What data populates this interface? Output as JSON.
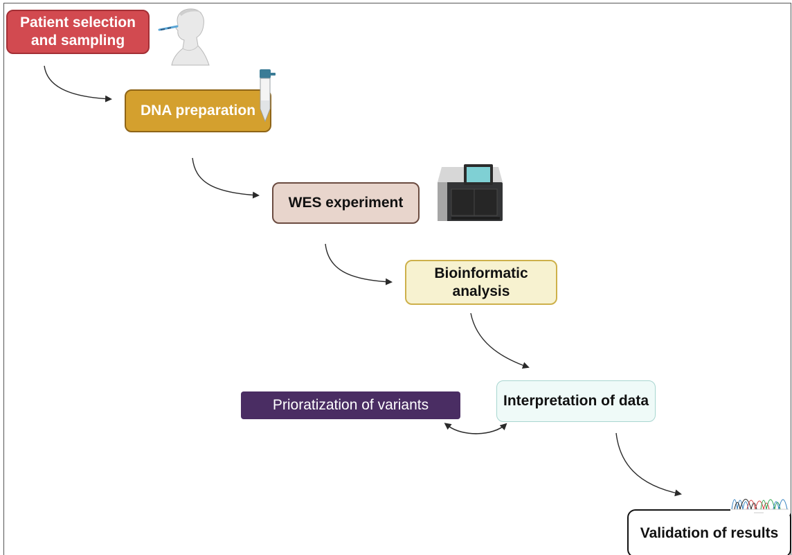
{
  "steps": {
    "step1": "Patient selection and sampling",
    "step2": "DNA preparation",
    "step3": "WES experiment",
    "step4": "Bioinformatic analysis",
    "step5": "Interpretation of data",
    "step6": "Prioratization of variants",
    "step7": "Validation of results"
  },
  "colors": {
    "step1_fill": "#d24a50",
    "step2_fill": "#d4a02e",
    "step3_fill": "#e8d5cc",
    "step4_fill": "#f7f2d0",
    "step5_fill": "#effaf8",
    "step6_fill": "#4a2d63",
    "step7_fill": "#ffffff",
    "connector": "#2a2a2a"
  },
  "icons": {
    "patient": "patient-swab-icon",
    "tube": "sample-tube-icon",
    "sequencer": "sequencer-machine-icon",
    "chromatogram": "sanger-chromatogram-icon"
  }
}
